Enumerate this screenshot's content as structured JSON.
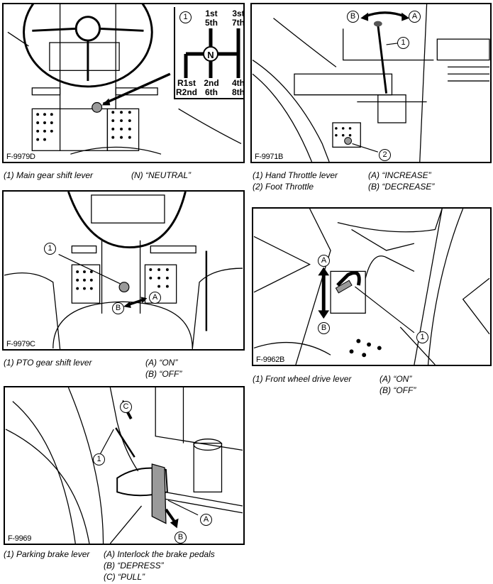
{
  "colors": {
    "ink": "#000000",
    "paper": "#ffffff",
    "shade": "#9a9a9a"
  },
  "panels": {
    "main_gear": {
      "figure_id": "F-9979D",
      "shift_pattern": {
        "callout": "1",
        "neutral": "N",
        "top_left": [
          "1st",
          "5th"
        ],
        "top_right": [
          "3st",
          "7th"
        ],
        "bottom_left": [
          "R1st",
          "R2nd"
        ],
        "bottom_mid": [
          "2nd",
          "6th"
        ],
        "bottom_right": [
          "4th",
          "8th"
        ]
      },
      "captions": [
        "(1) Main gear shift lever",
        "(N) “NEUTRAL”"
      ]
    },
    "throttle": {
      "figure_id": "F-9971B",
      "callouts": {
        "one": "1",
        "two": "2",
        "a": "A",
        "b": "B"
      },
      "captions_left": [
        "(1) Hand Throttle lever",
        "(2) Foot Throttle"
      ],
      "captions_right": [
        "(A) “INCREASE”",
        "(B) “DECREASE”"
      ]
    },
    "pto": {
      "figure_id": "F-9979C",
      "callouts": {
        "one": "1",
        "a": "A",
        "b": "B"
      },
      "captions_left": [
        "(1) PTO gear shift lever"
      ],
      "captions_right": [
        "(A) “ON”",
        "(B) “OFF”"
      ]
    },
    "front_wheel": {
      "figure_id": "F-9962B",
      "callouts": {
        "one": "1",
        "a": "A",
        "b": "B"
      },
      "captions_left": [
        "(1) Front wheel drive lever"
      ],
      "captions_right": [
        "(A) “ON”",
        "(B) “OFF”"
      ]
    },
    "parking_brake": {
      "figure_id": "F-9969",
      "callouts": {
        "one": "1",
        "a": "A",
        "b": "B",
        "c": "C"
      },
      "captions_left": [
        "(1) Parking brake lever"
      ],
      "captions_right": [
        "(A) Interlock the brake pedals",
        "(B) “DEPRESS”",
        "(C) “PULL”"
      ]
    }
  }
}
